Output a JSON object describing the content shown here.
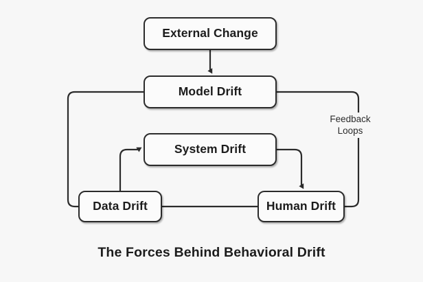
{
  "diagram": {
    "title": "The Forces Behind Behavioral Drift",
    "background_color": "#f7f7f7",
    "stroke_color": "#2b2b2b",
    "node_fill_color": "#fbfbfb",
    "text_color": "#1c1c1c",
    "nodes": [
      {
        "id": "external-change",
        "label": "External Change"
      },
      {
        "id": "model-drift",
        "label": "Model Drift"
      },
      {
        "id": "system-drift",
        "label": "System Drift"
      },
      {
        "id": "data-drift",
        "label": "Data Drift"
      },
      {
        "id": "human-drift",
        "label": "Human Drift"
      }
    ],
    "edge_labels": [
      {
        "id": "feedback-loops",
        "line1": "Feedback",
        "line2": "Loops"
      }
    ],
    "edges": [
      {
        "from": "external-change",
        "to": "model-drift",
        "arrow": true
      },
      {
        "from": "data-drift",
        "to": "system-drift",
        "arrow": true
      },
      {
        "from": "system-drift",
        "to": "human-drift",
        "arrow": true
      },
      {
        "from": "data-drift",
        "to": "human-drift",
        "arrow": false
      },
      {
        "from": "model-drift",
        "to": "data-drift",
        "arrow": false,
        "label": "feedback-loops"
      },
      {
        "from": "model-drift",
        "to": "human-drift",
        "arrow": false,
        "label": "feedback-loops"
      }
    ]
  }
}
